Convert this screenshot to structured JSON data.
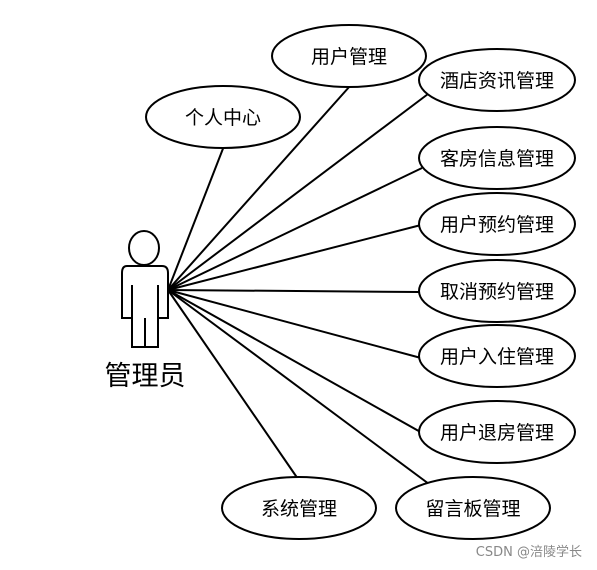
{
  "actor": {
    "label": "管理员"
  },
  "use_cases": [
    {
      "id": "user-mgmt",
      "label": "用户管理"
    },
    {
      "id": "hotel-news-mgmt",
      "label": "酒店资讯管理"
    },
    {
      "id": "personal-center",
      "label": "个人中心"
    },
    {
      "id": "room-info-mgmt",
      "label": "客房信息管理"
    },
    {
      "id": "reservation-mgmt",
      "label": "用户预约管理"
    },
    {
      "id": "cancel-reservation-mgmt",
      "label": "取消预约管理"
    },
    {
      "id": "checkin-mgmt",
      "label": "用户入住管理"
    },
    {
      "id": "checkout-mgmt",
      "label": "用户退房管理"
    },
    {
      "id": "system-mgmt",
      "label": "系统管理"
    },
    {
      "id": "message-board-mgmt",
      "label": "留言板管理"
    }
  ],
  "watermark": "CSDN @涪陵学长"
}
